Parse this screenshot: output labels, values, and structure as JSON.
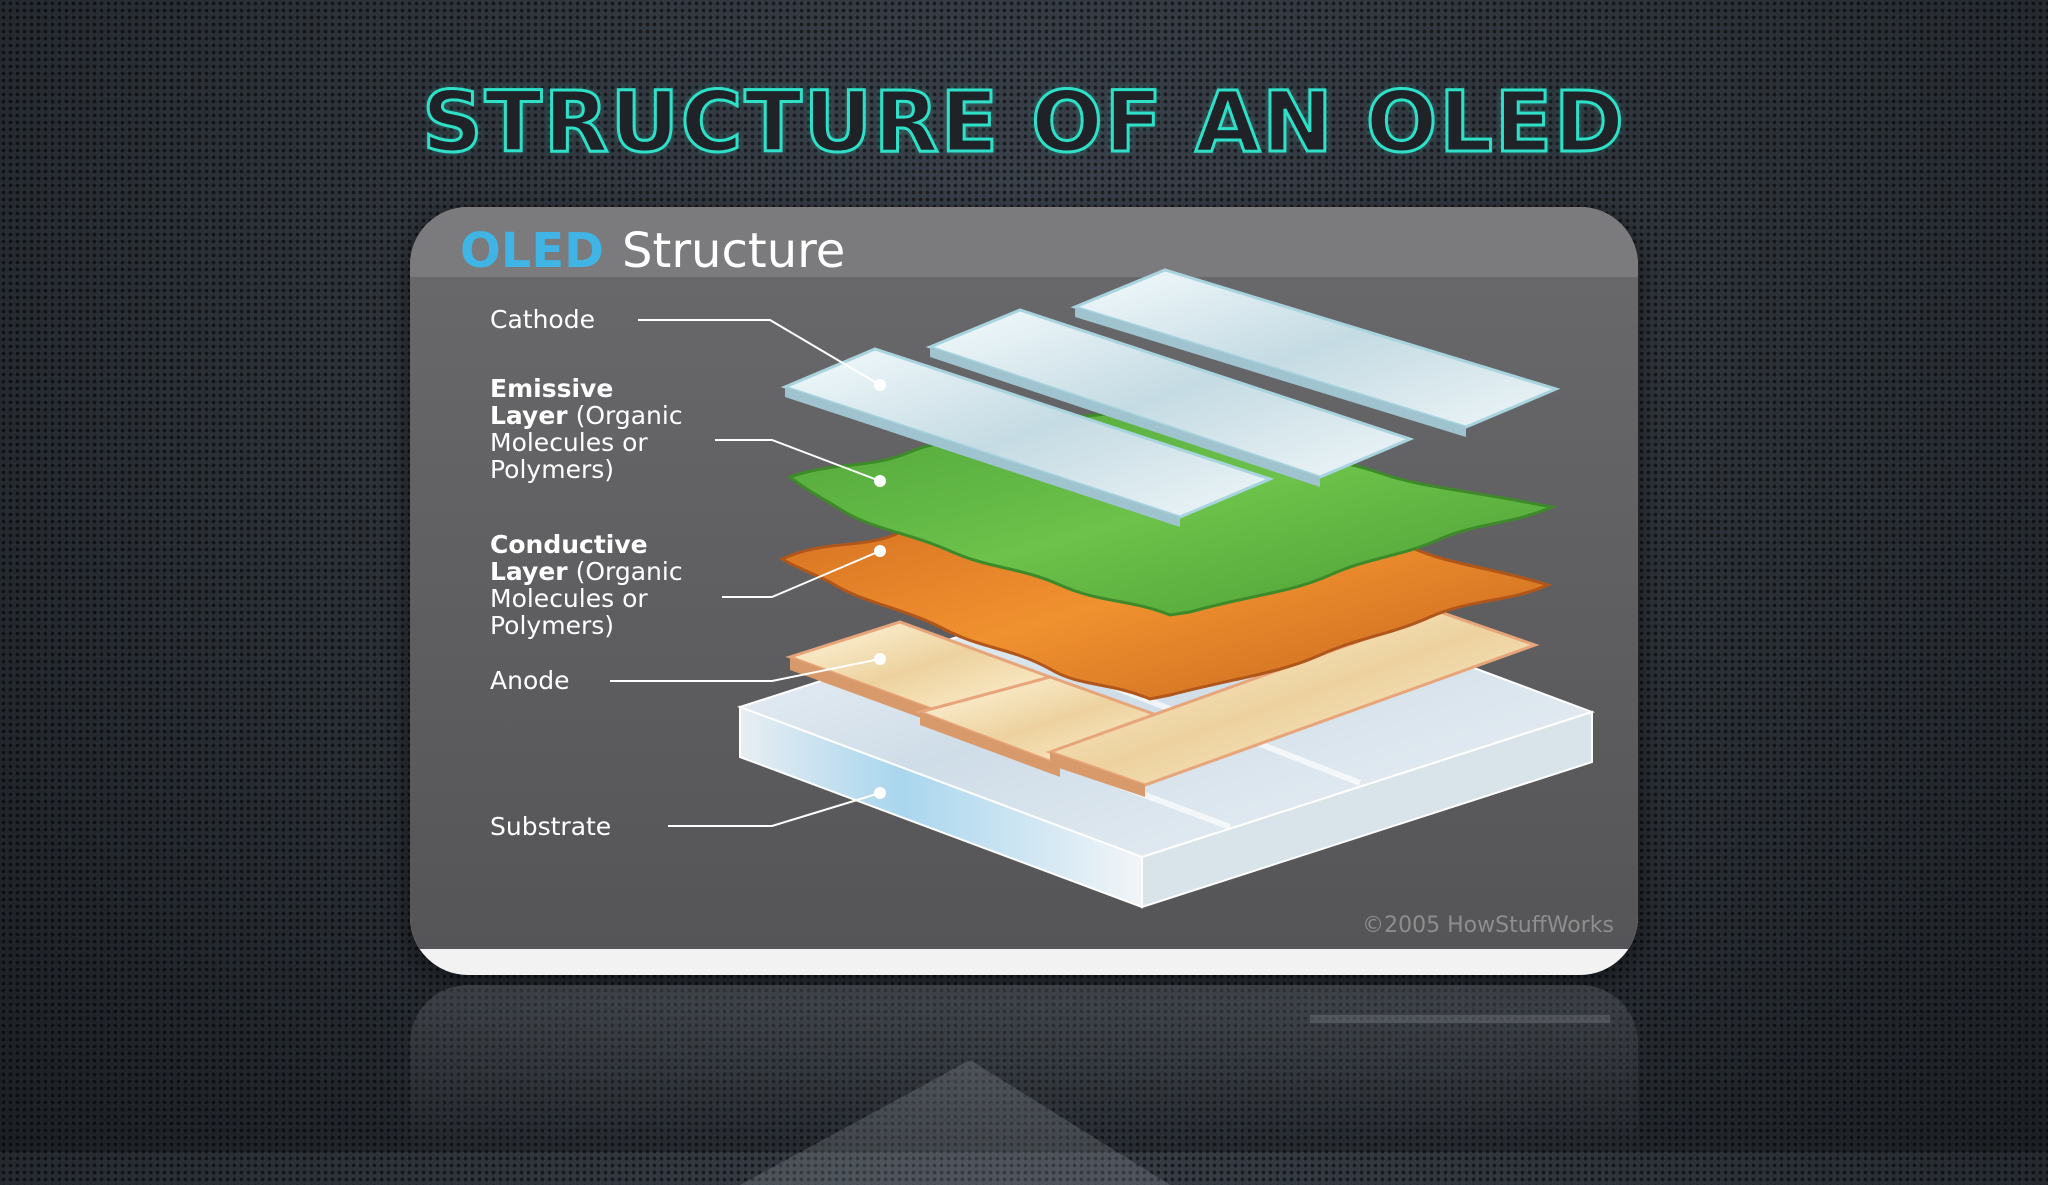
{
  "slide": {
    "title": "STRUCTURE OF AN OLED"
  },
  "figure": {
    "heading_accent": "OLED",
    "heading_rest": "Structure",
    "labels": {
      "cathode": "Cathode",
      "emissive_bold": "Emissive",
      "emissive_line2_bold": "Layer",
      "emissive_line2_rest": " (Organic",
      "emissive_line3": "Molecules or",
      "emissive_line4": "Polymers)",
      "conductive_bold": "Conductive",
      "conductive_line2_bold": "Layer",
      "conductive_line2_rest": " (Organic",
      "conductive_line3": "Molecules or",
      "conductive_line4": "Polymers)",
      "anode": "Anode",
      "substrate": "Substrate"
    },
    "copyright": "©2005 HowStuffWorks"
  },
  "colors": {
    "title_outline": "#2ee0c8",
    "heading_accent": "#3fb4e5",
    "panel": "#5b5b5d",
    "emissive": "#5fb33e",
    "conductive": "#e07f2a",
    "cathode": "#cfe3ea",
    "anode": "#f3dcb2",
    "substrate": "#e4ecf2"
  }
}
